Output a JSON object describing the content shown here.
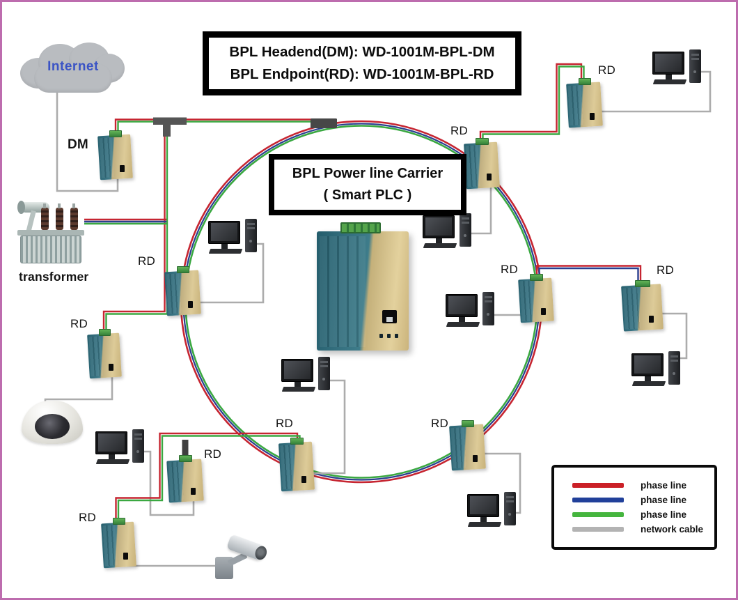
{
  "window": {
    "type": "BPL power line carrier network topology diagram",
    "border_color": "#bd6cae"
  },
  "header": {
    "line1": "BPL Headend(DM): WD-1001M-BPL-DM",
    "line2": "BPL Endpoint(RD): WD-1001M-BPL-RD"
  },
  "center_box": {
    "line1": "BPL Power line Carrier",
    "line2": "( Smart PLC )"
  },
  "labels": {
    "internet": "Internet",
    "dm": "DM",
    "rd": "RD",
    "transformer": "transformer"
  },
  "legend": {
    "items": [
      {
        "label": "phase line",
        "color": "#cb2027"
      },
      {
        "label": "phase line",
        "color": "#21409a"
      },
      {
        "label": "phase line",
        "color": "#45b53e"
      },
      {
        "label": "network cable",
        "color": "#b3b3b3"
      }
    ]
  },
  "colors": {
    "phase_red": "#c62531",
    "phase_blue": "#2a3f8f",
    "phase_green": "#3aa841",
    "network_gray": "#acacac",
    "junction": "#4a4a4a"
  }
}
